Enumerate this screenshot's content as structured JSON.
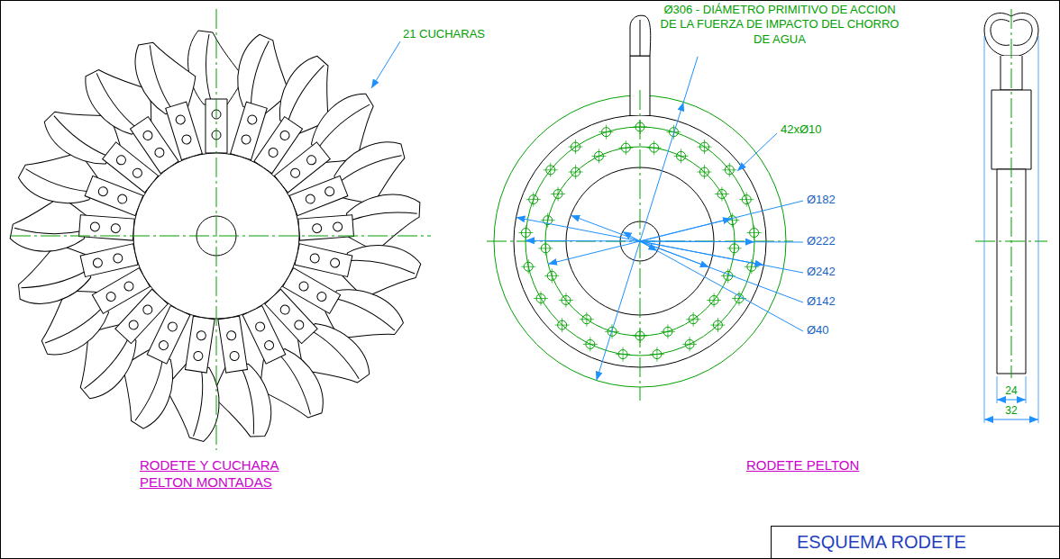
{
  "diagram": {
    "nodes": [
      {
        "text": [
          "ESQUEMA RODETE"
        ]
      }
    ],
    "labels": [
      "Ø306 - DIÁMETRO PRIMITIVO DE ACCION DE LA FUERZA DE IMPACTO DEL CHORRO DE AGUA",
      "21 CUCHARAS",
      "42xØ10",
      "Ø182",
      "Ø222",
      "Ø242",
      "Ø142",
      "Ø40",
      "24",
      "32",
      "RODETE Y CUCHARA PELTON MONTADAS",
      "RODETE PELTON"
    ]
  }
}
